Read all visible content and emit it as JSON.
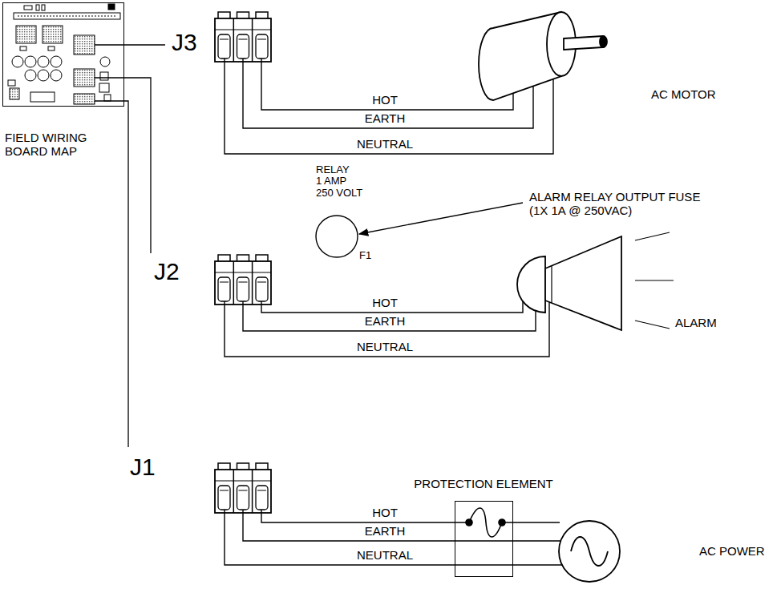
{
  "diagram": {
    "nodes": [
      {
        "text": [
          "FIELD WIRING BOARD MAP"
        ]
      },
      {
        "text": [
          "PROTECTION ELEMENT"
        ]
      }
    ],
    "labels": [
      "J3",
      "HOT",
      "EARTH",
      "NEUTRAL",
      "AC MOTOR",
      "RELAY 1 AMP 250 VOLT",
      "ALARM RELAY OUTPUT FUSE (1X 1A @ 250VAC)",
      "F1",
      "J2",
      "HOT",
      "EARTH",
      "NEUTRAL",
      "ALARM",
      "J1",
      "HOT",
      "EARTH",
      "NEUTRAL",
      "AC POWER"
    ]
  }
}
